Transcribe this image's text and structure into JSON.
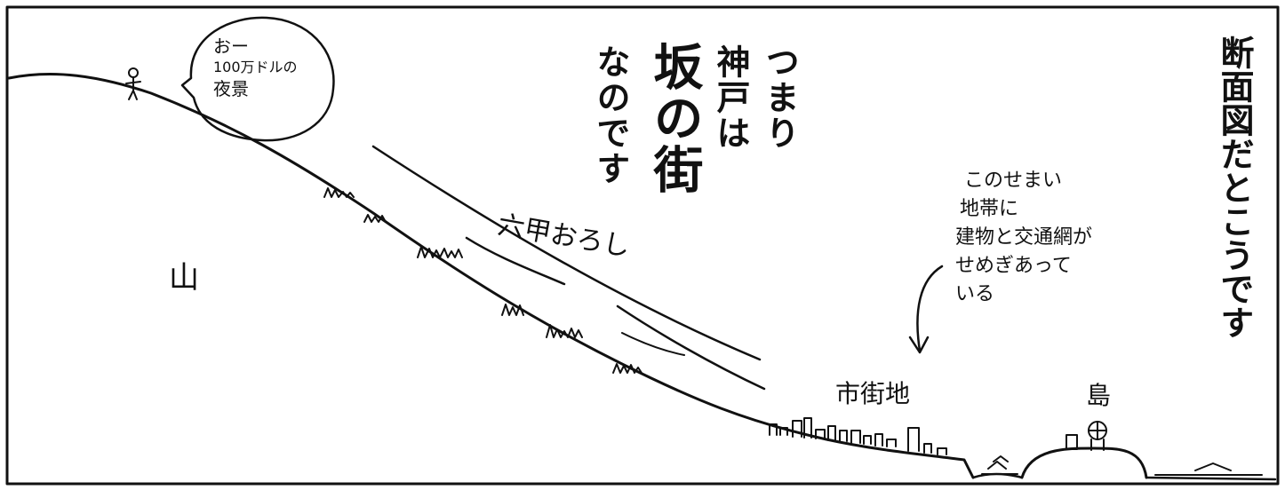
{
  "labels": {
    "mountain": "山",
    "speech_bubble": [
      "おー",
      "100万ドルの",
      "夜景"
    ],
    "wind": "六甲おろし",
    "vertical_center": [
      "つまり",
      "神戸は",
      "坂の街",
      "なのです"
    ],
    "vertical_right": "断面図だとこうです",
    "annotation": [
      "このせまい",
      "地帯に",
      "建物と交通網が",
      "せめぎあって",
      "いる"
    ],
    "city": "市街地",
    "island": "島"
  }
}
